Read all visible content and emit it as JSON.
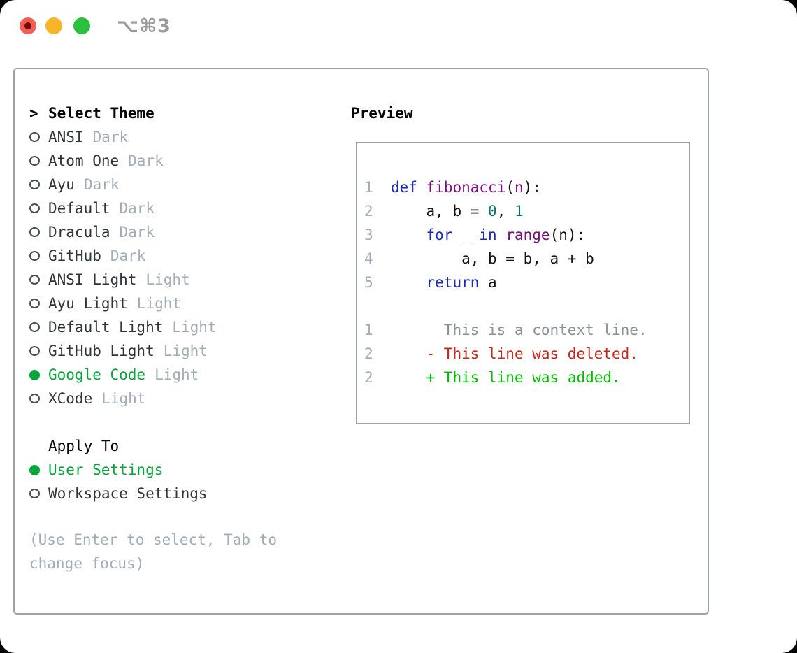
{
  "window": {
    "title": "⌥⌘3",
    "traffic_lights": [
      "close",
      "minimize",
      "zoom"
    ]
  },
  "colors": {
    "keyword": "#1a2bb4",
    "function": "#7a0f7f",
    "number": "#0b6e6e",
    "code_plain": "#141414",
    "muted": "#a3adb8",
    "selected_green": "#00a83c",
    "added_green": "#00bb00",
    "deleted_red": "#c9261b",
    "context_gray": "#8b9097",
    "panel_border": "#9aa3ad",
    "title_gray": "#9a9a9a",
    "text_dark": "#303338",
    "traffic_red": "#f45d55",
    "traffic_yellow": "#f8b52a",
    "traffic_green": "#2bc03e"
  },
  "theme_panel": {
    "header": {
      "prefix": ">",
      "label": "Select Theme"
    },
    "themes": [
      {
        "name": "ANSI",
        "variant": "Dark",
        "selected": false
      },
      {
        "name": "Atom One",
        "variant": "Dark",
        "selected": false
      },
      {
        "name": "Ayu",
        "variant": "Dark",
        "selected": false
      },
      {
        "name": "Default",
        "variant": "Dark",
        "selected": false
      },
      {
        "name": "Dracula",
        "variant": "Dark",
        "selected": false
      },
      {
        "name": "GitHub",
        "variant": "Dark",
        "selected": false
      },
      {
        "name": "ANSI Light",
        "variant": "Light",
        "selected": false
      },
      {
        "name": "Ayu Light",
        "variant": "Light",
        "selected": false
      },
      {
        "name": "Default Light",
        "variant": "Light",
        "selected": false
      },
      {
        "name": "GitHub Light",
        "variant": "Light",
        "selected": false
      },
      {
        "name": "Google Code",
        "variant": "Light",
        "selected": true
      },
      {
        "name": "XCode",
        "variant": "Light",
        "selected": false
      }
    ],
    "apply_to": {
      "label": "Apply To",
      "options": [
        {
          "name": "User Settings",
          "selected": true
        },
        {
          "name": "Workspace Settings",
          "selected": false
        }
      ]
    },
    "hint": "(Use Enter to select, Tab to change focus)"
  },
  "preview": {
    "label": "Preview",
    "code_lines": [
      {
        "num": "1",
        "segments": [
          {
            "text": "  ",
            "color": "plain"
          },
          {
            "text": "def",
            "color": "keyword"
          },
          {
            "text": " ",
            "color": "plain"
          },
          {
            "text": "fibonacci",
            "color": "function"
          },
          {
            "text": "(",
            "color": "plain"
          },
          {
            "text": "n",
            "color": "function"
          },
          {
            "text": "):",
            "color": "plain"
          }
        ]
      },
      {
        "num": "2",
        "segments": [
          {
            "text": "      a, b = ",
            "color": "plain"
          },
          {
            "text": "0",
            "color": "number"
          },
          {
            "text": ", ",
            "color": "plain"
          },
          {
            "text": "1",
            "color": "number"
          }
        ]
      },
      {
        "num": "3",
        "segments": [
          {
            "text": "      ",
            "color": "plain"
          },
          {
            "text": "for",
            "color": "keyword"
          },
          {
            "text": " _ ",
            "color": "plain"
          },
          {
            "text": "in",
            "color": "keyword"
          },
          {
            "text": " ",
            "color": "plain"
          },
          {
            "text": "range",
            "color": "function"
          },
          {
            "text": "(n):",
            "color": "plain"
          }
        ]
      },
      {
        "num": "4",
        "segments": [
          {
            "text": "          a, b = b, a + b",
            "color": "plain"
          }
        ]
      },
      {
        "num": "5",
        "segments": [
          {
            "text": "      ",
            "color": "plain"
          },
          {
            "text": "return",
            "color": "keyword"
          },
          {
            "text": " a",
            "color": "plain"
          }
        ]
      }
    ],
    "diff_lines": [
      {
        "num": "1",
        "text": "        This is a context line.",
        "type": "context"
      },
      {
        "num": "2",
        "text": "      - This line was deleted.",
        "type": "deleted"
      },
      {
        "num": "2",
        "text": "      + This line was added.",
        "type": "added"
      }
    ]
  }
}
